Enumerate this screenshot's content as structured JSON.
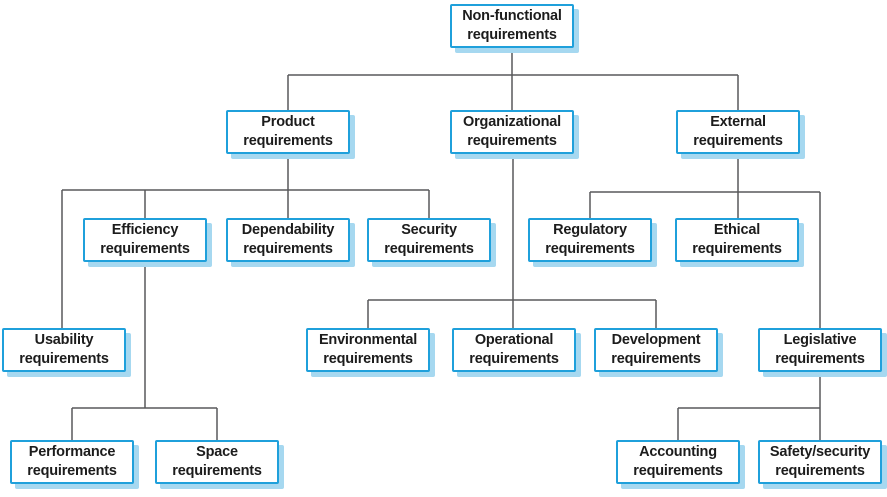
{
  "diagram": {
    "type": "tree-hierarchy",
    "colors": {
      "box_border": "#1fa0db",
      "box_fill": "#ffffff",
      "box_shadow": "#a6d8f0",
      "connector_line": "#58595b",
      "text": "#1c1c1c"
    },
    "nodes": {
      "root": {
        "label": "Non-functional\nrequirements"
      },
      "product": {
        "label": "Product\nrequirements"
      },
      "organizational": {
        "label": "Organizational\nrequirements"
      },
      "external": {
        "label": "External\nrequirements"
      },
      "efficiency": {
        "label": "Efficiency\nrequirements"
      },
      "dependability": {
        "label": "Dependability\nrequirements"
      },
      "security": {
        "label": "Security\nrequirements"
      },
      "regulatory": {
        "label": "Regulatory\nrequirements"
      },
      "ethical": {
        "label": "Ethical\nrequirements"
      },
      "usability": {
        "label": "Usability\nrequirements"
      },
      "environmental": {
        "label": "Environmental\nrequirements"
      },
      "operational": {
        "label": "Operational\nrequirements"
      },
      "development": {
        "label": "Development\nrequirements"
      },
      "legislative": {
        "label": "Legislative\nrequirements"
      },
      "performance": {
        "label": "Performance\nrequirements"
      },
      "space": {
        "label": "Space\nrequirements"
      },
      "accounting": {
        "label": "Accounting\nrequirements"
      },
      "safety_security": {
        "label": "Safety/security\nrequirements"
      }
    },
    "edges": [
      [
        "root",
        "product"
      ],
      [
        "root",
        "organizational"
      ],
      [
        "root",
        "external"
      ],
      [
        "product",
        "usability"
      ],
      [
        "product",
        "efficiency"
      ],
      [
        "product",
        "dependability"
      ],
      [
        "product",
        "security"
      ],
      [
        "efficiency",
        "performance"
      ],
      [
        "efficiency",
        "space"
      ],
      [
        "organizational",
        "environmental"
      ],
      [
        "organizational",
        "operational"
      ],
      [
        "organizational",
        "development"
      ],
      [
        "external",
        "regulatory"
      ],
      [
        "external",
        "ethical"
      ],
      [
        "external",
        "legislative"
      ],
      [
        "legislative",
        "accounting"
      ],
      [
        "legislative",
        "safety_security"
      ]
    ]
  }
}
